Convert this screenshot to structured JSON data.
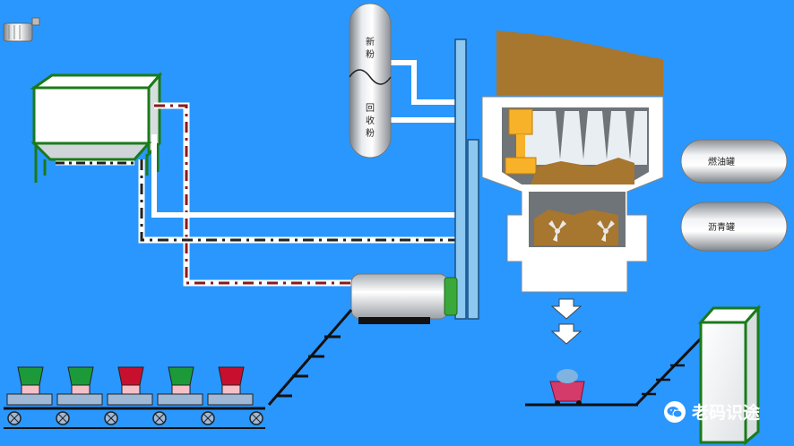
{
  "tanks": {
    "vertical": {
      "new_powder": [
        "新",
        "粉"
      ],
      "recycled_powder": [
        "回",
        "收",
        "粉"
      ]
    },
    "fuel_oil": "燃油罐",
    "asphalt": "沥青罐"
  },
  "watermark": {
    "text": "老码识途",
    "icon": "wechat-icon"
  },
  "feeders": {
    "count": 5,
    "hopper_colors": [
      "#1c9a3a",
      "#1c9a3a",
      "#c8102e",
      "#1c9a3a",
      "#c8102e"
    ]
  },
  "colors": {
    "background": "#2a97ff",
    "frame_green": "#1a7a1a",
    "aggregate_brown": "#a7762f",
    "flame_orange": "#f7b22a"
  }
}
